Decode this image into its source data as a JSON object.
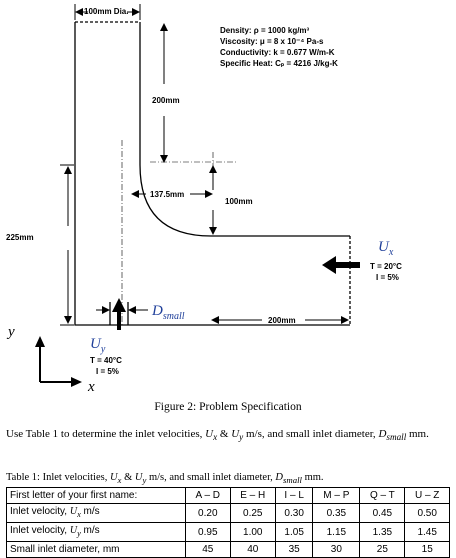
{
  "figure": {
    "dim_diameter": "100mm Dia.",
    "dim_height_200": "200mm",
    "dim_radius": "137.5mm",
    "dim_outlet_height": "100mm",
    "dim_225": "225mm",
    "dim_200_right": "200mm",
    "props": [
      "Density: ρ = 1000 kg/m³",
      "Viscosity: μ = 8 x 10⁻⁴ Pa-s",
      "Conductivity: k = 0.677 W/m-K",
      "Specific Heat: Cₚ = 4216 J/kg-K"
    ],
    "ux_label": "U",
    "ux_sub": "x",
    "ux_temp": "T = 20°C",
    "ux_int": "I = 5%",
    "uy_label": "U",
    "uy_sub": "y",
    "uy_temp": "T = 40°C",
    "uy_int": "I = 5%",
    "dsmall_label": "D",
    "dsmall_sub": "small",
    "axis_y": "y",
    "axis_x": "x",
    "caption": "Figure 2: Problem Specification"
  },
  "text": {
    "instruction_pre": "Use Table 1 to determine the inlet velocities, ",
    "instruction_mid": " m/s, and small inlet diameter, ",
    "instruction_end": " mm."
  },
  "table": {
    "caption_pre": "Table 1: Inlet velocities, ",
    "caption_mid": " m/s, and small inlet diameter, ",
    "caption_end": " mm.",
    "header": [
      "First letter of your first name:",
      "A – D",
      "E – H",
      "I – L",
      "M – P",
      "Q – T",
      "U – Z"
    ],
    "rows": [
      {
        "label": "Inlet velocity, U_x m/s",
        "values": [
          "0.20",
          "0.25",
          "0.30",
          "0.35",
          "0.45",
          "0.50"
        ]
      },
      {
        "label": "Inlet velocity, U_y m/s",
        "values": [
          "0.95",
          "1.00",
          "1.05",
          "1.15",
          "1.35",
          "1.45"
        ]
      },
      {
        "label": "Small inlet diameter, mm",
        "values": [
          "45",
          "40",
          "35",
          "30",
          "25",
          "15"
        ]
      }
    ]
  },
  "colors": {
    "blue_labels": "#1f3f9a",
    "lines": "#000000"
  }
}
